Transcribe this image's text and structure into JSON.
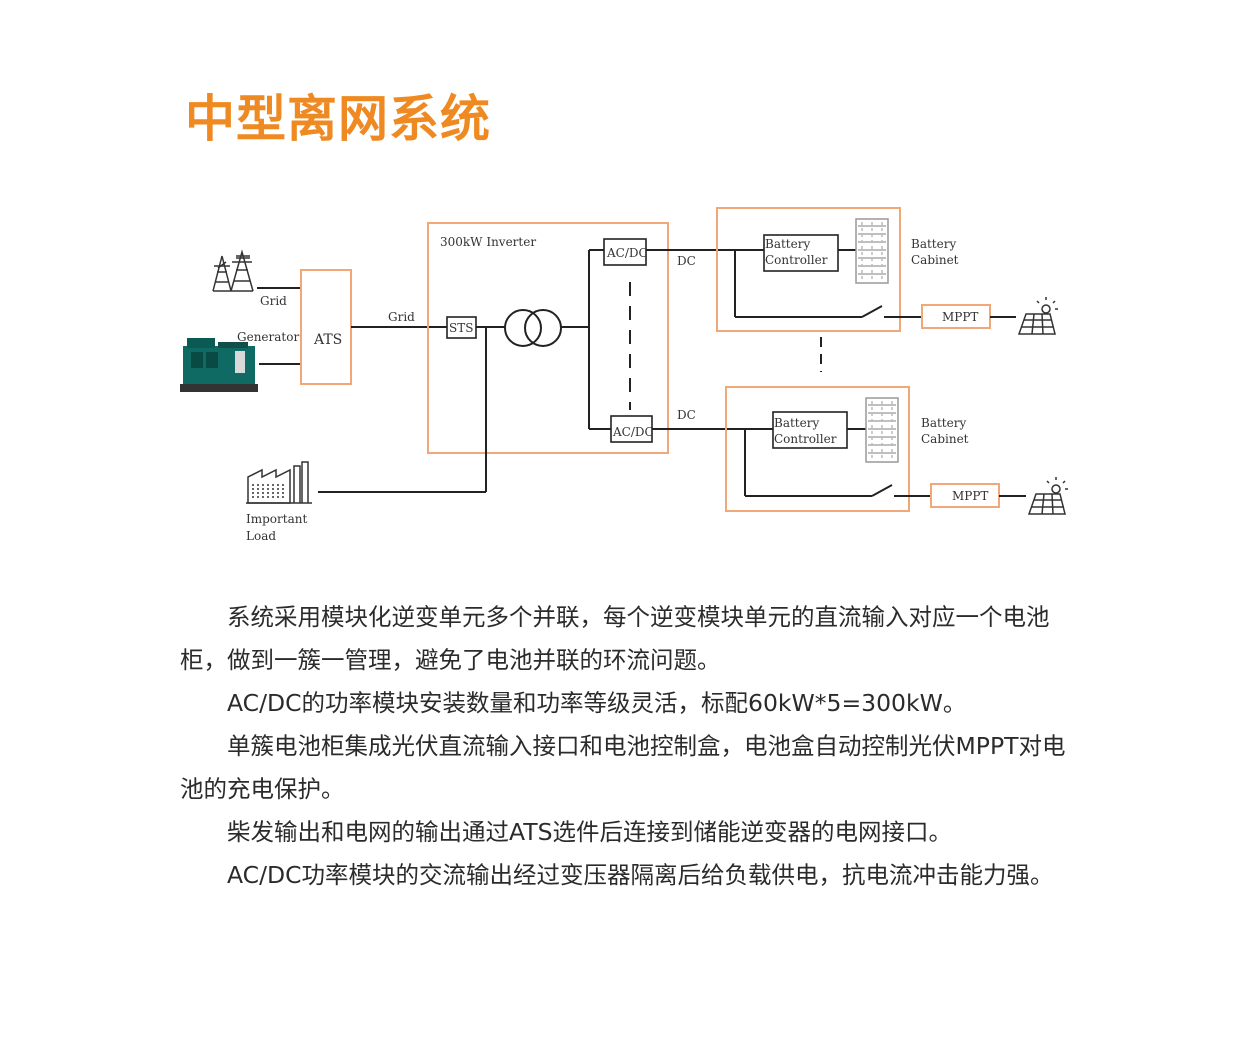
{
  "page": {
    "title": "中型离网系统"
  },
  "diagram": {
    "inverter_label": "300kW Inverter",
    "grid_label": "Grid",
    "generator_label": "Generator",
    "ats_label": "ATS",
    "grid_line_label": "Grid",
    "sts_label": "STS",
    "acdc_top": "AC/DC",
    "acdc_bottom": "AC/DC",
    "dc_top": "DC",
    "dc_bottom": "DC",
    "battery_controller_line1": "Battery",
    "battery_controller_line2": "Controller",
    "battery_cabinet_line1": "Battery",
    "battery_cabinet_line2": "Cabinet",
    "mppt_label": "MPPT",
    "load_line1": "Important",
    "load_line2": "Load"
  },
  "description": {
    "p1": "系统采用模块化逆变单元多个并联，每个逆变模块单元的直流输入对应一个电池柜，做到一簇一管理，避免了电池并联的环流问题。",
    "p2": "AC/DC的功率模块安装数量和功率等级灵活，标配60kW*5=300kW。",
    "p3": "单簇电池柜集成光伏直流输入接口和电池控制盒，电池盒自动控制光伏MPPT对电池的充电保护。",
    "p4": "柴发输出和电网的输出通过ATS选件后连接到储能逆变器的电网接口。",
    "p5": "AC/DC功率模块的交流输出经过变压器隔离后给负载供电，抗电流冲击能力强。"
  },
  "colors": {
    "accent": "#ef8a22",
    "box_outline": "#f0a878",
    "line": "#222222"
  }
}
